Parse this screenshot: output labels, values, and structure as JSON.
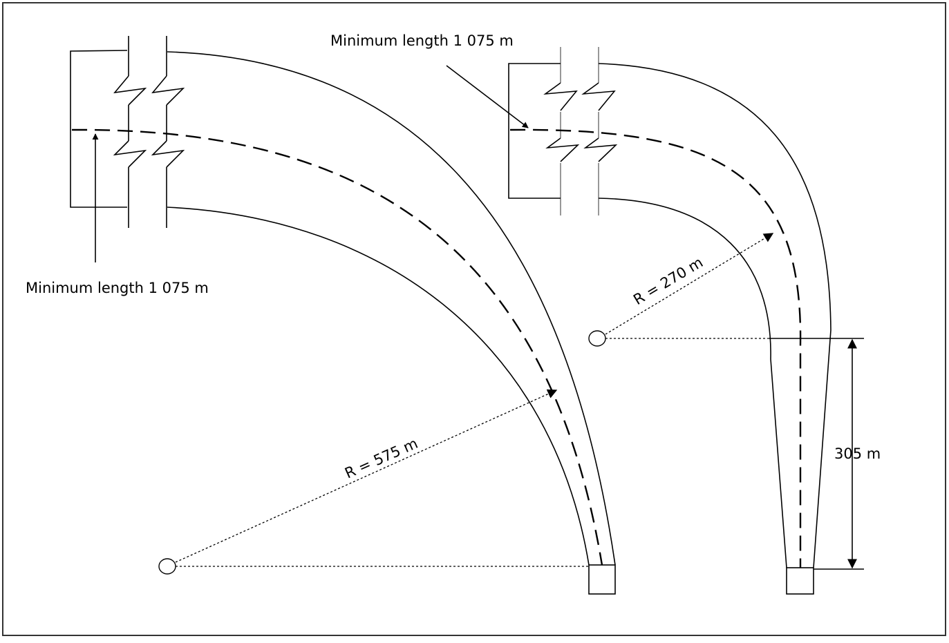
{
  "labels": {
    "left_min_length": "Minimum length 1 075 m",
    "right_min_length": "Minimum length 1 075 m",
    "left_radius": "R = 575 m",
    "right_radius": "R = 270 m",
    "vertical_dimension": "305 m"
  },
  "colors": {
    "stroke": "#000000",
    "background": "#ffffff"
  }
}
